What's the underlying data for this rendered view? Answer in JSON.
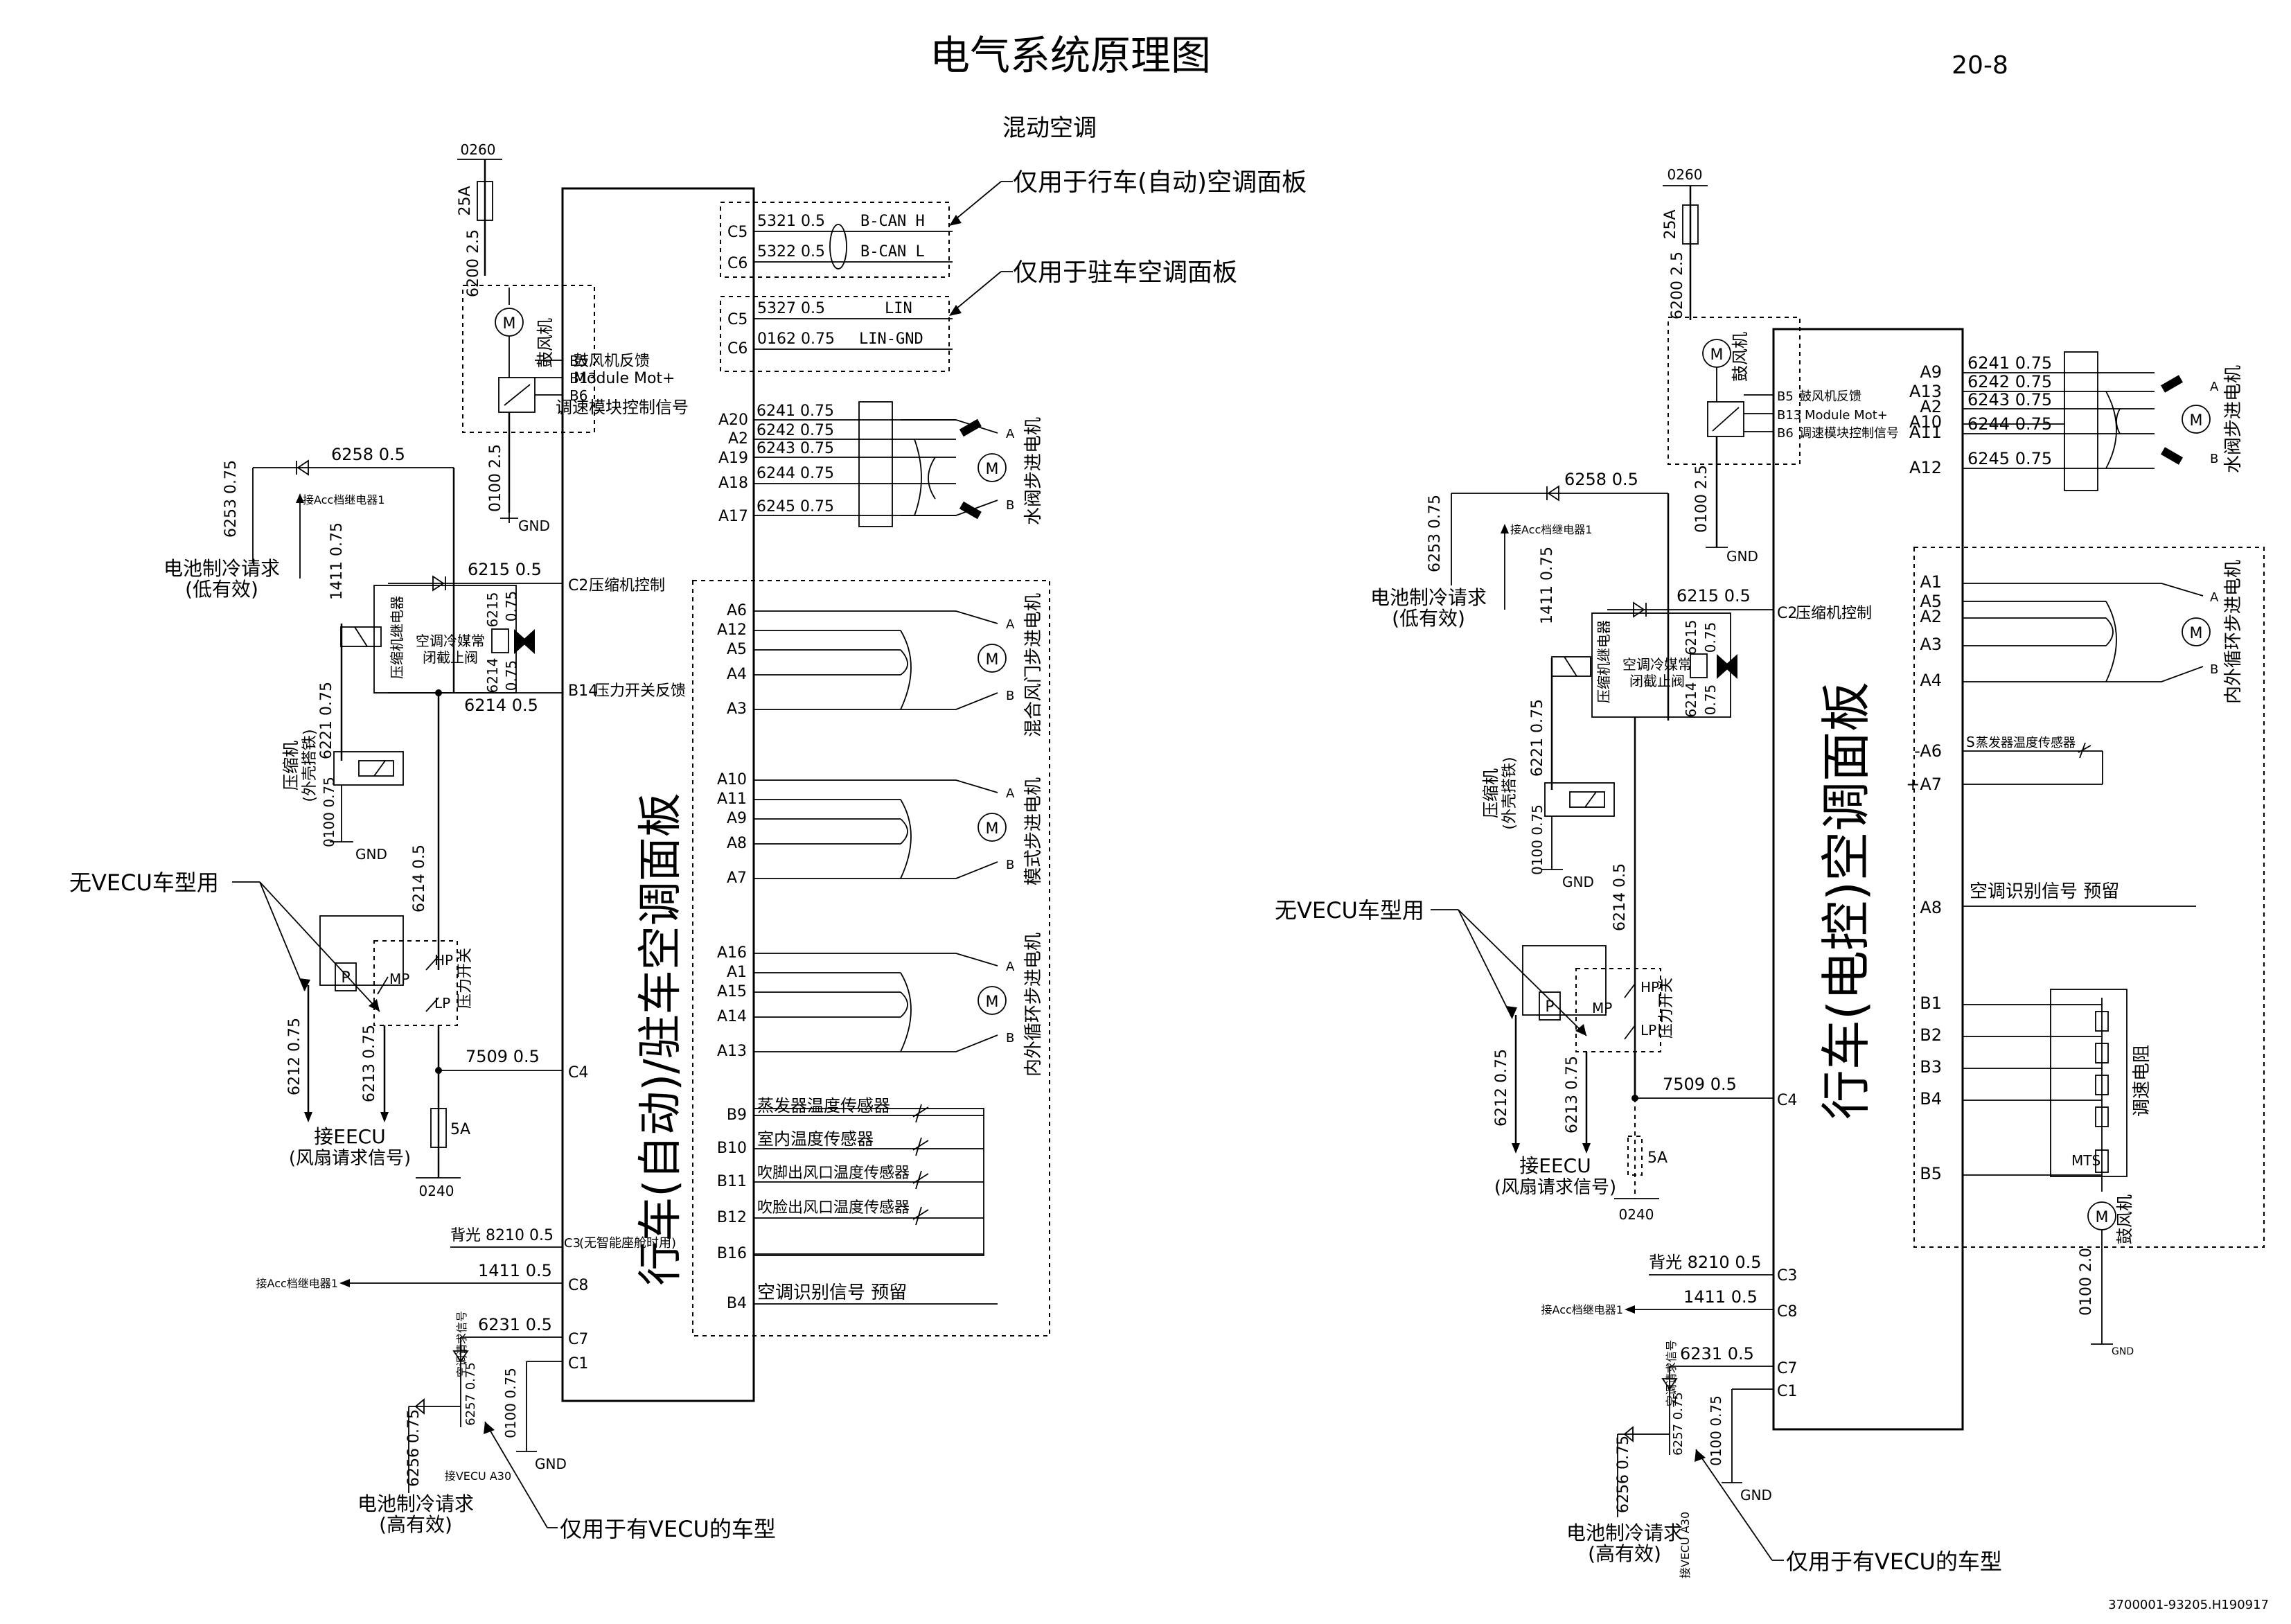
{
  "header": {
    "title": "电气系统原理图",
    "page_no": "20-8",
    "subtitle": "混动空调"
  },
  "footer": {
    "doc_code": "3700001-93205.H190917"
  },
  "left": {
    "panel_label": "行车(自动)/驻车空调面板",
    "fuse_top": {
      "circuit": "0260",
      "rating": "25A"
    },
    "blower_feed": "6200  2.5",
    "blower_label": "鼓风机",
    "pin_b5": "B5",
    "pin_b5_text": "鼓风机反馈",
    "pin_b13": "B13",
    "pin_b13_text": "Module Mot+",
    "pin_b6": "B6",
    "pin_b6_text": "调速模块控制信号",
    "blower_gnd": "0100  2.5",
    "gnd": "GND",
    "can": [
      {
        "pin": "C5",
        "wire": "5321  0.5",
        "signal": "B-CAN H"
      },
      {
        "pin": "C6",
        "wire": "5322  0.5",
        "signal": "B-CAN L"
      }
    ],
    "lin": [
      {
        "pin": "C5",
        "wire": "5327  0.5",
        "signal": "LIN"
      },
      {
        "pin": "C6",
        "wire": "0162  0.75",
        "signal": "LIN-GND"
      }
    ],
    "note_auto": "仅用于行车(自动)空调面板",
    "note_park": "仅用于驻车空调面板",
    "water_valve": {
      "label": "水阀步进电机",
      "rows": [
        {
          "pin": "A20",
          "wire": "6241  0.75"
        },
        {
          "pin": "A2",
          "wire": "6242  0.75"
        },
        {
          "pin": "A19",
          "wire": "6243  0.75"
        },
        {
          "pin": "A18",
          "wire": "6244  0.75"
        },
        {
          "pin": "A17",
          "wire": "6245  0.75"
        }
      ]
    },
    "motors": [
      {
        "label": "混合风门步进电机",
        "pins": [
          "A6",
          "A12",
          "A5",
          "A4",
          "A3"
        ]
      },
      {
        "label": "模式步进电机",
        "pins": [
          "A10",
          "A11",
          "A9",
          "A8",
          "A7"
        ]
      },
      {
        "label": "内外循环步进电机",
        "pins": [
          "A16",
          "A1",
          "A15",
          "A14",
          "A13"
        ]
      }
    ],
    "sensors": [
      {
        "pin": "B9",
        "label": "蒸发器温度传感器"
      },
      {
        "pin": "B10",
        "label": "室内温度传感器"
      },
      {
        "pin": "B11",
        "label": "吹脚出风口温度传感器"
      },
      {
        "pin": "B12",
        "label": "吹脸出风口温度传感器"
      },
      {
        "pin": "B16",
        "label": ""
      }
    ],
    "b4": {
      "pin": "B4",
      "label": "空调识别信号  预留"
    },
    "wire_6258": "6258  0.5",
    "wire_6253": "6253  0.75",
    "acc_relay": "接Acc档继电器1",
    "wire_1411": "1411  0.75",
    "battery_req_low": "电池制冷请求",
    "battery_req_low_2": "(低有效)",
    "wire_6215": "6215  0.5",
    "c2": "C2",
    "c2_text": "压缩机控制",
    "compressor_relay": "压缩机继电器",
    "valve_label": "空调冷媒常",
    "valve_label_2": "闭截止阀",
    "w6215_v": "6215",
    "w075": "0.75",
    "w6214_v": "6214",
    "wire_6214": "6214  0.5",
    "b14": "B14",
    "b14_text": "压力开关反馈",
    "wire_6221": "6221  0.75",
    "compressor": "压缩机",
    "compressor_2": "(外壳搭铁)",
    "wire_0100_075": "0100  0.75",
    "no_vecu": "无VECU车型用",
    "wire_6214_v": "6214  0.5",
    "p": "P",
    "mp": "MP",
    "hp": "HP",
    "lp": "LP",
    "pressure_switch": "压力开关",
    "wire_6212": "6212  0.75",
    "wire_6213": "6213  0.75",
    "eecu": "接EECU",
    "eecu_2": "(风扇请求信号)",
    "wire_7509": "7509  0.5",
    "c4": "C4",
    "fuse_bottom": {
      "rating": "5A",
      "circuit": "0240"
    },
    "backlight": "背光  8210  0.5",
    "c3": "C3",
    "c3_text": "(无智能座舱时用)",
    "wire_1411_b": "1411  0.5",
    "c8": "C8",
    "wire_6231": "6231  0.5",
    "c7": "C7",
    "c1": "C1",
    "ac_req": "空调请求信号",
    "wire_6257": "6257  0.75",
    "wire_0100": "0100  0.75",
    "wire_6256": "6256  0.75",
    "vecu_a30": "接VECU  A30",
    "battery_req_high": "电池制冷请求",
    "battery_req_high_2": "(高有效)",
    "only_vecu": "仅用于有VECU的车型"
  },
  "right": {
    "panel_label": "行车(电控)空调面板",
    "fuse_top": {
      "circuit": "0260",
      "rating": "25A"
    },
    "blower_feed": "6200  2.5",
    "blower_label": "鼓风机",
    "pin_b5": "B5",
    "pin_b5_text": "鼓风机反馈",
    "pin_b13": "B13",
    "pin_b13_text": "Module Mot+",
    "pin_b6": "B6",
    "pin_b6_text": "调速模块控制信号",
    "blower_gnd": "0100  2.5",
    "gnd": "GND",
    "water_valve": {
      "label": "水阀步进电机",
      "rows": [
        {
          "pin": "A9",
          "wire": "6241  0.75"
        },
        {
          "pin": "A13",
          "wire": "6242  0.75"
        },
        {
          "pin": "A2",
          "wire": "6243  0.75"
        },
        {
          "pin": "A10",
          "wire": ""
        },
        {
          "pin": "A11",
          "wire": "6244  0.75"
        },
        {
          "pin": "A12",
          "wire": "6245  0.75"
        }
      ]
    },
    "recirc": {
      "label": "内外循环步进电机",
      "pins": [
        "A1",
        "A5",
        "A2",
        "A3",
        "A4"
      ]
    },
    "evap_sensor": {
      "pin_neg": "-A6",
      "pin_pos": "+A7",
      "s": "S",
      "label": "蒸发器温度传感器"
    },
    "a8": {
      "pin": "A8",
      "label": "空调识别信号  预留"
    },
    "speed_res": {
      "label": "调速电阻",
      "pins": [
        "B1",
        "B2",
        "B3",
        "B4",
        "B5"
      ],
      "mts": "MTS"
    },
    "blower2_label": "鼓风机",
    "blower2_gnd": "0100  2.0",
    "wire_6258": "6258  0.5",
    "wire_6253": "6253  0.75",
    "acc_relay": "接Acc档继电器1",
    "wire_1411": "1411  0.75",
    "battery_req_low": "电池制冷请求",
    "battery_req_low_2": "(低有效)",
    "wire_6215": "6215  0.5",
    "c2": "C2",
    "c2_text": "压缩机控制",
    "compressor_relay": "压缩机继电器",
    "valve_label": "空调冷媒常",
    "valve_label_2": "闭截止阀",
    "w6215_v": "6215",
    "w075": "0.75",
    "w6214_v": "6214",
    "wire_6221": "6221  0.75",
    "compressor": "压缩机",
    "compressor_2": "(外壳搭铁)",
    "wire_0100_075": "0100  0.75",
    "no_vecu": "无VECU车型用",
    "wire_6214_v": "6214  0.5",
    "p": "P",
    "mp": "MP",
    "hp": "HP",
    "lp": "LP",
    "pressure_switch": "压力开关",
    "wire_6212": "6212  0.75",
    "wire_6213": "6213  0.75",
    "eecu": "接EECU",
    "eecu_2": "(风扇请求信号)",
    "wire_7509": "7509  0.5",
    "c4": "C4",
    "fuse_bottom": {
      "rating": "5A",
      "circuit": "0240"
    },
    "backlight": "背光  8210  0.5",
    "c3": "C3",
    "wire_1411_b": "1411  0.5",
    "c8": "C8",
    "wire_6231": "6231  0.5",
    "c7": "C7",
    "c1": "C1",
    "ac_req": "空调请求信号",
    "wire_6257": "6257  0.75",
    "wire_0100": "0100  0.75",
    "wire_6256": "6256  0.75",
    "vecu_a30": "接VECU  A30",
    "battery_req_high": "电池制冷请求",
    "battery_req_high_2": "(高有效)",
    "only_vecu": "仅用于有VECU的车型"
  },
  "motor_letters": {
    "m": "M",
    "a": "A",
    "b": "B"
  }
}
